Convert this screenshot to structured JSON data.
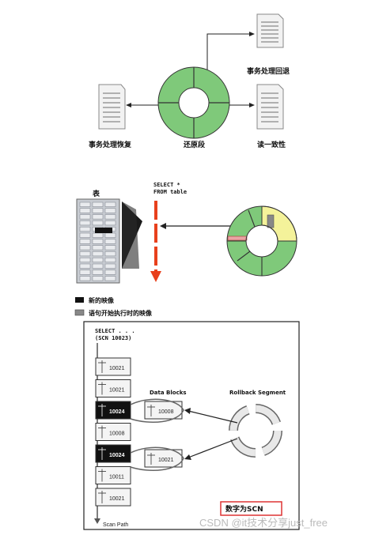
{
  "top": {
    "label_rollback": "事务处理回退",
    "label_recovery": "事务处理恢复",
    "label_undo": "还原段",
    "label_consistency": "读一致性"
  },
  "middle": {
    "table_label": "表",
    "select_line1": "SELECT *",
    "select_line2": "FROM table",
    "legend_new": "新的映像",
    "legend_old": "语句开始执行时的映像"
  },
  "bottom": {
    "select_line1": "SELECT . . .",
    "select_line2": "(SCN 10023)",
    "blocks": [
      "10021",
      "10021",
      "10024",
      "10008",
      "10024",
      "10011",
      "10021"
    ],
    "data_blocks_label": "Data Blocks",
    "data_block_values": [
      "10008",
      "10021"
    ],
    "rollback_label": "Rollback Segment",
    "scan_path_label": "Scan Path",
    "scn_note": "数字为SCN"
  },
  "watermark": "CSDN @it技术分享just_free",
  "colors": {
    "ring_green": "#7fc97a",
    "ring_yellow": "#f4f29a",
    "ring_pink": "#e9a4a4",
    "arrow_red": "#e8401c",
    "table_gray": "#b8bcc4",
    "dark_block": "#111111"
  }
}
